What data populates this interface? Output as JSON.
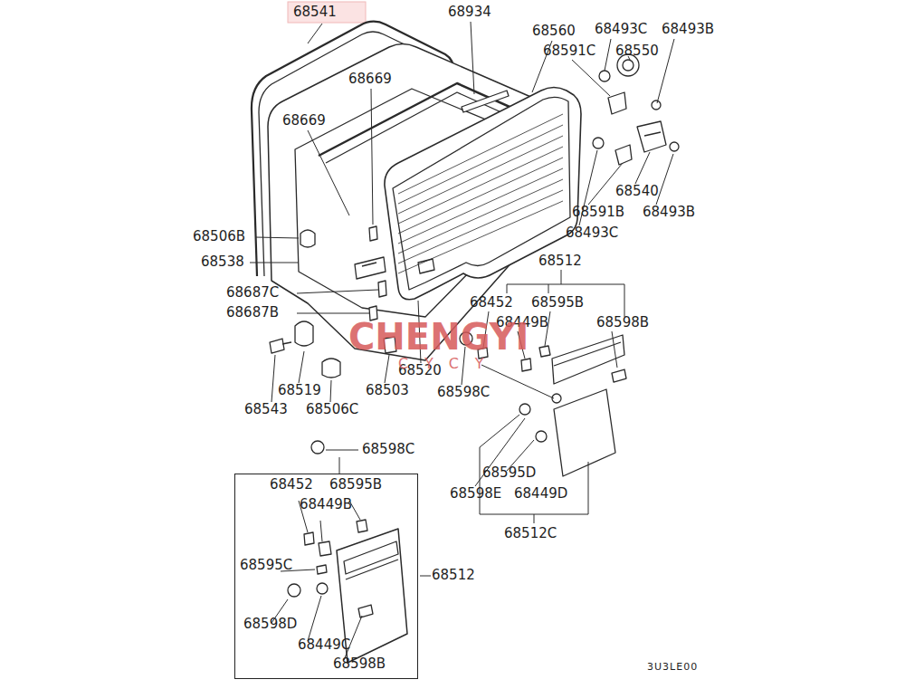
{
  "diagram": {
    "nodes": [
      {
        "text": [
          "68452",
          "68595B",
          "68449B",
          "68595C",
          "68512",
          "68598D",
          "68449C",
          "68598B"
        ]
      }
    ],
    "labels": [
      "68541",
      "68934",
      "68560",
      "68493C",
      "68493B",
      "68591C",
      "68550",
      "68669",
      "68669",
      "68540",
      "68591B",
      "68493B",
      "68506B",
      "68493C",
      "68538",
      "68512",
      "68687C",
      "68452",
      "68595B",
      "68687B",
      "68449B",
      "68598B",
      "68520",
      "68519",
      "68503",
      "68598C",
      "68543",
      "68506C",
      "68598C",
      "68595D",
      "68598E",
      "68449D",
      "68512C",
      "3U3LE00",
      "CHENGYI",
      "CYCY"
    ]
  }
}
